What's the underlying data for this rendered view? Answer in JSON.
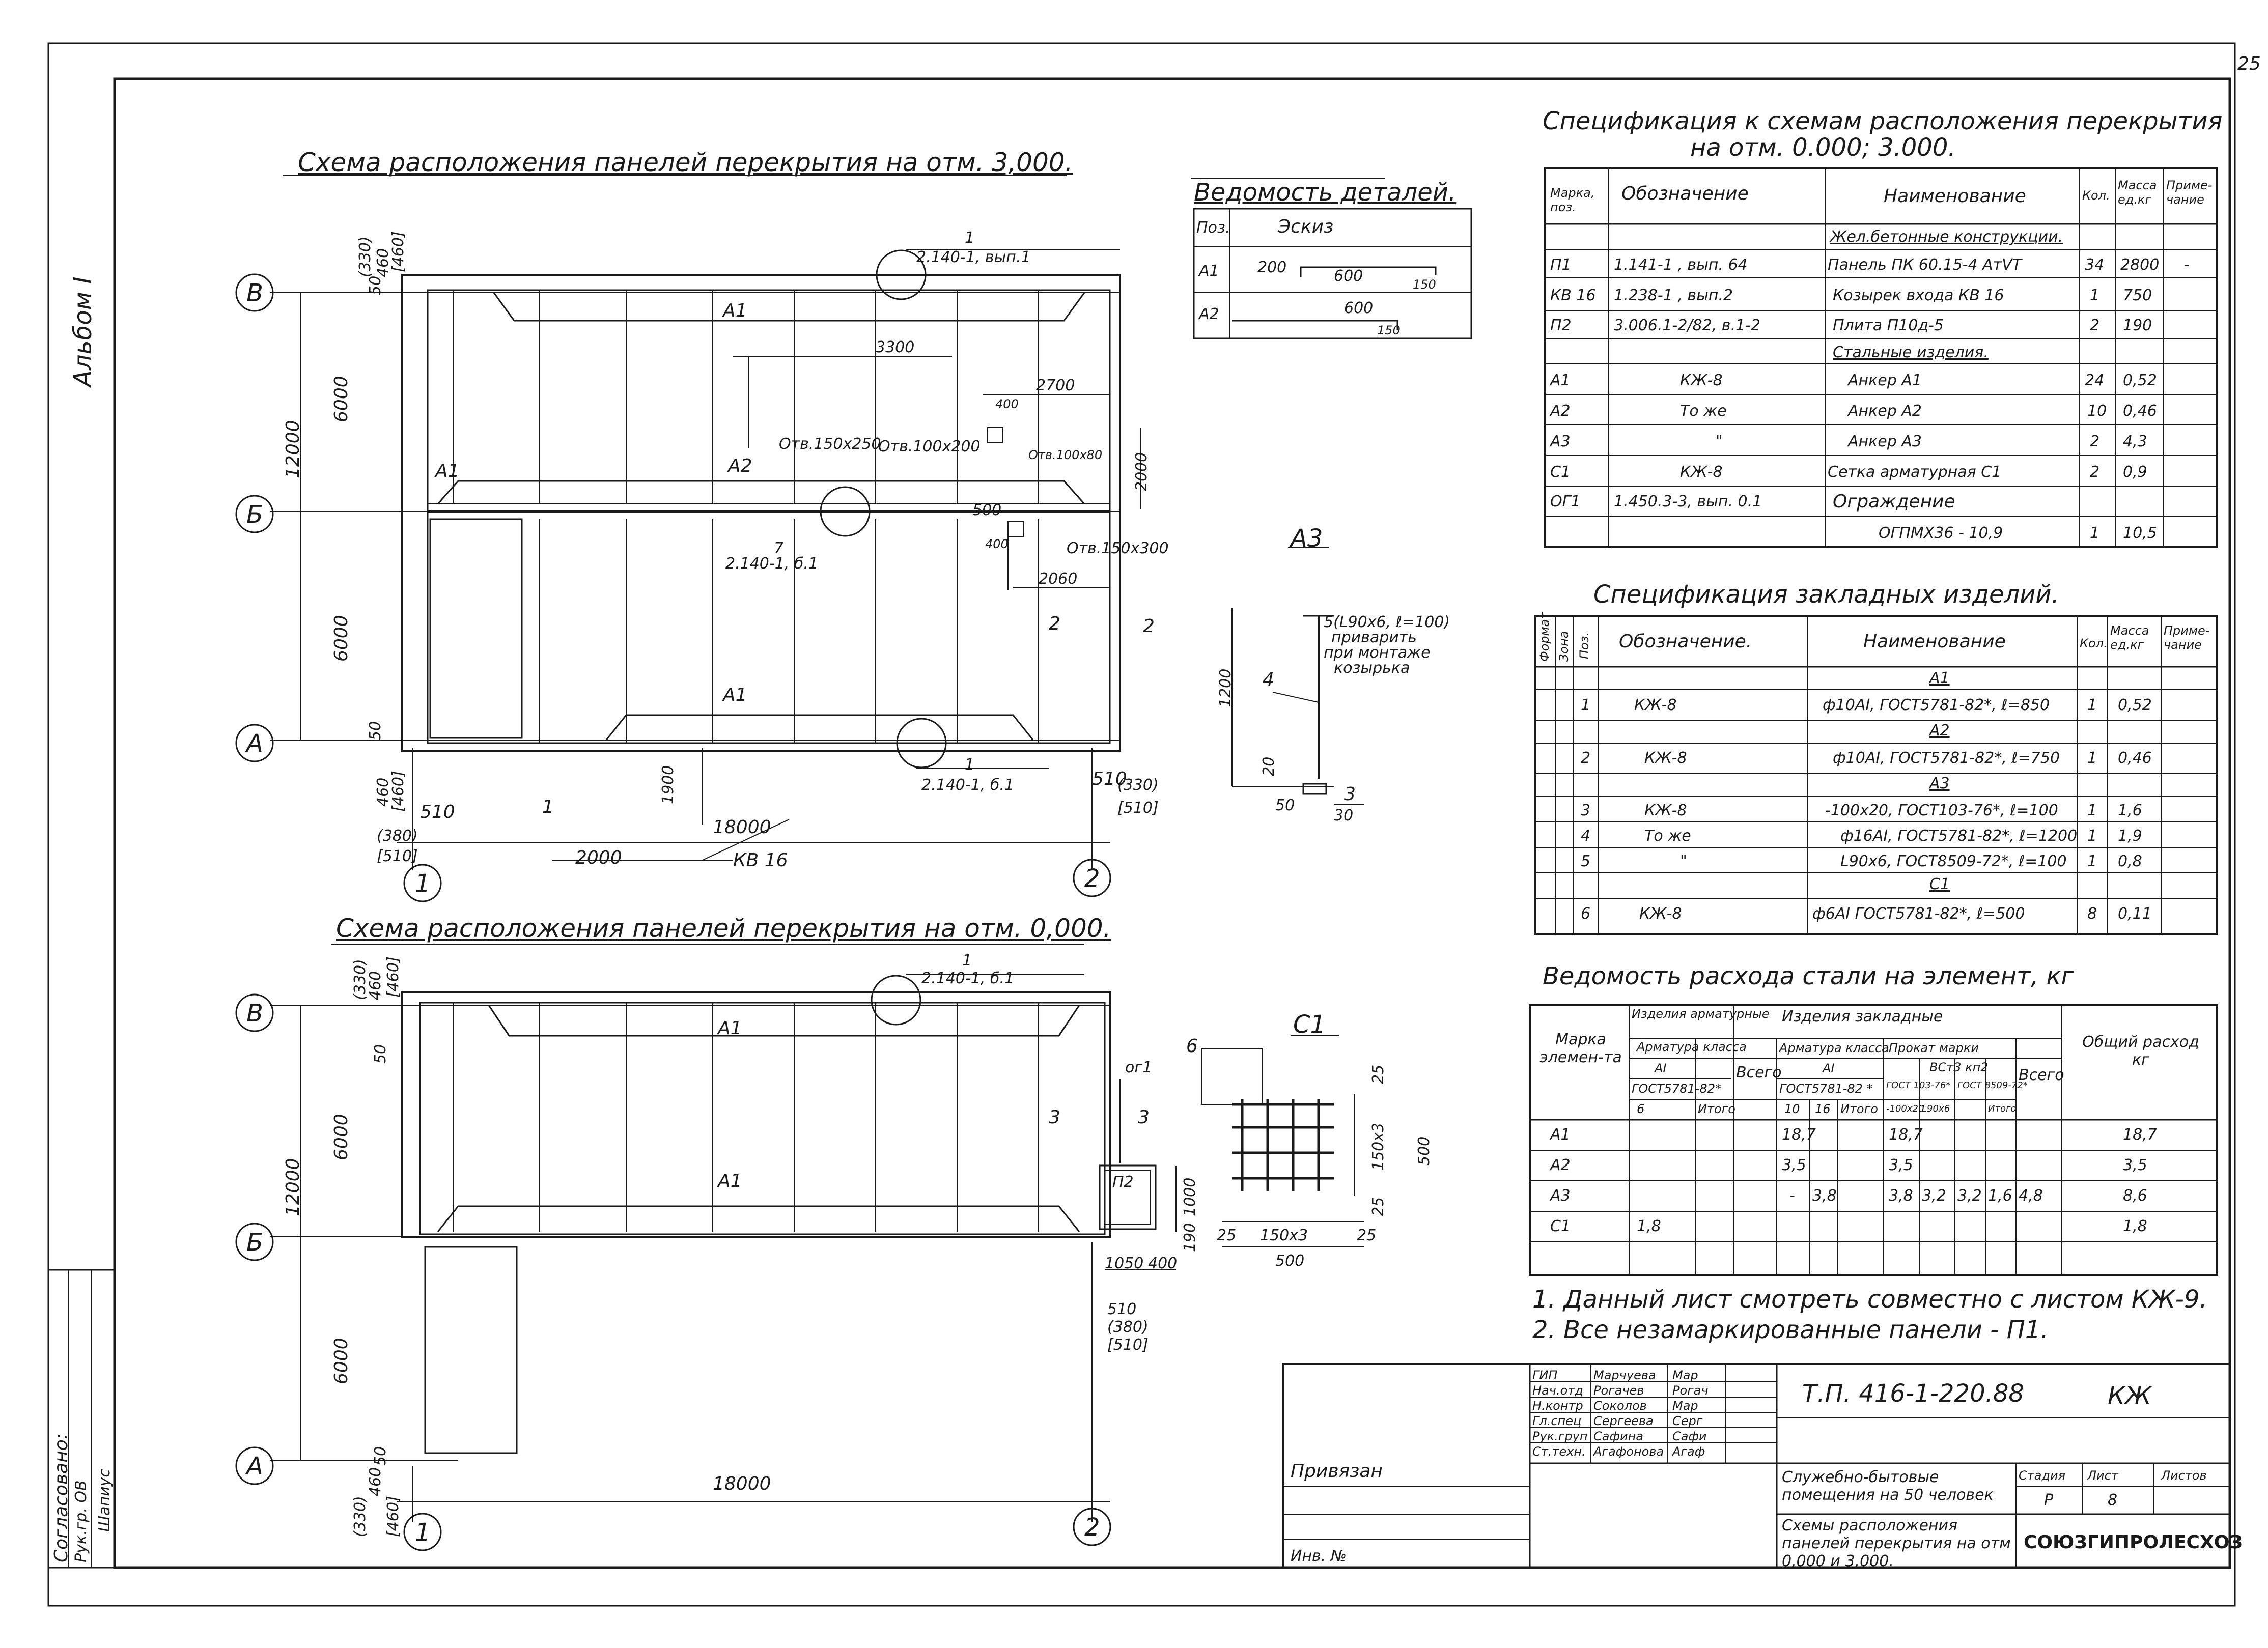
{
  "page_number": "25",
  "album_label": "Альбом I",
  "plan_top": {
    "title": "Схема расположения панелей перекрытия на отм. 3,000.",
    "axes": {
      "v_b": "В",
      "v_b2": "Б",
      "v_a": "А",
      "h1": "1",
      "h2": "2"
    },
    "dims": {
      "d12000": "12000",
      "d6000a": "6000",
      "d6000b": "6000",
      "d18000": "18000",
      "d2000": "2000",
      "d1900": "1900",
      "d510a": "510",
      "d510b": "510",
      "d380": "(380)",
      "d5101": "[510]",
      "d5102": "[510]",
      "d330a": "(330)",
      "d330b": "(330)",
      "d460a": "460",
      "d460b": "460",
      "d460c": "[460]",
      "d460d": "[460]",
      "d50a": "50",
      "d50b": "50",
      "d3300": "3300",
      "d2700": "2700",
      "d2000v": "2000",
      "d400a": "400",
      "d400b": "400",
      "d500": "500",
      "d2060": "2060"
    },
    "labels": {
      "a1_top": "А1",
      "a1_left": "А1",
      "a2": "А2",
      "a1_bottom": "А1",
      "hole1": "Отв.150х250",
      "hole2": "Отв.100х200",
      "hole3": "Отв.100х80",
      "hole4": "Отв.150х300",
      "ref1_n": "1",
      "ref1": "2.140-1, вып.1",
      "ref7_n": "7",
      "ref7": "2.140-1, б.1",
      "ref1b_n": "1",
      "ref1b": "2.140-1, б.1",
      "sec1": "1",
      "sec2": "2",
      "sec2b": "2",
      "kv16": "КВ 16"
    }
  },
  "plan_bottom": {
    "title": "Схема расположения панелей перекрытия на отм. 0,000.",
    "axes": {
      "v_b": "В",
      "v_b2": "Б",
      "v_a": "А",
      "h1": "1",
      "h2": "2"
    },
    "dims": {
      "d12000": "12000",
      "d6000a": "6000",
      "d6000b": "6000",
      "d18000": "18000",
      "d330a": "(330)",
      "d330b": "(330)",
      "d460a": "460",
      "d460b": "460",
      "d460c": "[460]",
      "d460d": "[460]",
      "d50a": "50",
      "d50b": "50",
      "d510": "510",
      "d380": "(380)",
      "d5101": "[510]",
      "d1050": "1050",
      "d400": "400",
      "d1000": "1000",
      "d190": "190"
    },
    "labels": {
      "a1a": "А1",
      "a1b": "А1",
      "ref_n": "1",
      "ref": "2.140-1, б.1",
      "sec3": "3",
      "sec3b": "3",
      "og1": "ог1",
      "p2": "П2"
    }
  },
  "detail_sheet": {
    "title": "Ведомость деталей.",
    "col_pos": "Поз.",
    "col_sketch": "Эскиз",
    "rows": [
      {
        "pos": "А1",
        "a": "200",
        "b": "600",
        "c": "150"
      },
      {
        "pos": "А2",
        "a": "",
        "b": "600",
        "c": "150"
      }
    ]
  },
  "detail_a3": {
    "title": "А3",
    "note1": "5(L90х6, ℓ=100)",
    "note2": "приварить",
    "note3": "при монтаже",
    "note4": "козырька",
    "n4": "4",
    "n3": "3",
    "d1200": "1200",
    "d20": "20",
    "d50": "50",
    "d30": "30"
  },
  "detail_c1": {
    "title": "С1",
    "n6": "6",
    "d25a": "25",
    "d25b": "25",
    "d25c": "25",
    "d25d": "25",
    "d150x3v": "150х3",
    "d150x3h": "150х3",
    "d500v": "500",
    "d500h": "500"
  },
  "spec_main": {
    "title1": "Спецификация к схемам расположения перекрытия",
    "title2": "на отм. 0.000; 3.000.",
    "headers": {
      "mark": "Марка, поз.",
      "designation": "Обозначение",
      "name": "Наименование",
      "qty": "Кол.",
      "mass": "Масса ед.кг",
      "note": "Приме-чание"
    },
    "rows": [
      {
        "mark": "",
        "des": "",
        "name": "Жел.бетонные конструкции.",
        "qty": "",
        "mass": "",
        "note": ""
      },
      {
        "mark": "П1",
        "des": "1.141-1 , вып. 64",
        "name": "Панель ПК 60.15-4 АтVТ",
        "qty": "34",
        "mass": "2800",
        "note": "-"
      },
      {
        "mark": "КВ 16",
        "des": "1.238-1 , вып.2",
        "name": "Козырек входа КВ 16",
        "qty": "1",
        "mass": "750",
        "note": ""
      },
      {
        "mark": "П2",
        "des": "3.006.1-2/82, в.1-2",
        "name": "Плита П10д-5",
        "qty": "2",
        "mass": "190",
        "note": ""
      },
      {
        "mark": "",
        "des": "",
        "name": "Стальные изделия.",
        "qty": "",
        "mass": "",
        "note": ""
      },
      {
        "mark": "А1",
        "des": "КЖ-8",
        "name": "Анкер А1",
        "qty": "24",
        "mass": "0,52",
        "note": ""
      },
      {
        "mark": "А2",
        "des": "То же",
        "name": "Анкер А2",
        "qty": "10",
        "mass": "0,46",
        "note": ""
      },
      {
        "mark": "А3",
        "des": "\"",
        "name": "Анкер А3",
        "qty": "2",
        "mass": "4,3",
        "note": ""
      },
      {
        "mark": "С1",
        "des": "КЖ-8",
        "name": "Сетка арматурная С1",
        "qty": "2",
        "mass": "0,9",
        "note": ""
      },
      {
        "mark": "ОГ1",
        "des": "1.450.3-3, вып. 0.1",
        "name": "Ограждение",
        "qty": "",
        "mass": "",
        "note": ""
      },
      {
        "mark": "",
        "des": "",
        "name": "ОГПМХ36 - 10,9",
        "qty": "1",
        "mass": "10,5",
        "note": ""
      }
    ]
  },
  "spec_embed": {
    "title": "Спецификация закладных изделий.",
    "headers": {
      "format": "Формат",
      "zone": "Зона",
      "pos": "Поз.",
      "designation": "Обозначение.",
      "name": "Наименование",
      "qty": "Кол.",
      "mass": "Масса ед.кг",
      "note": "Приме-чание"
    },
    "rows": [
      {
        "pos": "",
        "des": "",
        "name": "А1",
        "qty": "",
        "mass": ""
      },
      {
        "pos": "1",
        "des": "КЖ-8",
        "name": "ф10АI, ГОСТ5781-82*, ℓ=850",
        "qty": "1",
        "mass": "0,52"
      },
      {
        "pos": "",
        "des": "",
        "name": "А2",
        "qty": "",
        "mass": ""
      },
      {
        "pos": "2",
        "des": "КЖ-8",
        "name": "ф10АI, ГОСТ5781-82*, ℓ=750",
        "qty": "1",
        "mass": "0,46"
      },
      {
        "pos": "",
        "des": "",
        "name": "А3",
        "qty": "",
        "mass": ""
      },
      {
        "pos": "3",
        "des": "КЖ-8",
        "name": "-100х20, ГОСТ103-76*, ℓ=100",
        "qty": "1",
        "mass": "1,6"
      },
      {
        "pos": "4",
        "des": "То же",
        "name": "ф16АI, ГОСТ5781-82*, ℓ=1200",
        "qty": "1",
        "mass": "1,9"
      },
      {
        "pos": "5",
        "des": "\"",
        "name": "L90х6, ГОСТ8509-72*, ℓ=100",
        "qty": "1",
        "mass": "0,8"
      },
      {
        "pos": "",
        "des": "",
        "name": "С1",
        "qty": "",
        "mass": ""
      },
      {
        "pos": "6",
        "des": "КЖ-8",
        "name": "ф6АI ГОСТ5781-82*, ℓ=500",
        "qty": "8",
        "mass": "0,11"
      }
    ]
  },
  "steel_sheet": {
    "title": "Ведомость расхода стали на элемент, кг",
    "h_mark": "Марка элемен-та",
    "h_arm": "Изделия арматурные",
    "h_arm_class": "Арматура класса",
    "h_a1": "АI",
    "h_gost": "ГОСТ5781-82*",
    "h_6": "6",
    "h_itogo1": "Итого",
    "h_total1": "Всего",
    "h_emb": "Изделия закладные",
    "h_emb_arm": "Арматура класса",
    "h_emb_a1": "АI",
    "h_emb_gost": "ГОСТ5781-82 *",
    "h_10": "10",
    "h_16": "16",
    "h_itogo2": "Итого",
    "h_prokat": "Прокат марки",
    "h_steel": "ВСт3 кп2",
    "h_g1": "ГОСТ 103-76*",
    "h_g2": "ГОСТ 8509-72*",
    "h_sub1": "-100х20",
    "h_sub2": "L90х6",
    "h_itogo3": "Итого",
    "h_total2": "Всего",
    "h_overall": "Общий расход кг",
    "rows": [
      {
        "mark": "А1",
        "c6": "",
        "c10": "18,7",
        "c16": "",
        "it2": "18,7",
        "p1": "",
        "p2": "",
        "it3": "",
        "all2": "",
        "total": "18,7"
      },
      {
        "mark": "А2",
        "c6": "",
        "c10": "3,5",
        "c16": "",
        "it2": "3,5",
        "p1": "",
        "p2": "",
        "it3": "",
        "all2": "",
        "total": "3,5"
      },
      {
        "mark": "А3",
        "c6": "",
        "c10": "-",
        "c16": "3,8",
        "it2": "3,8",
        "p1": "3,2",
        "p2": "3,2",
        "it3": "1,6",
        "all2": "4,8",
        "total": "8,6"
      },
      {
        "mark": "С1",
        "c6": "1,8",
        "c10": "",
        "c16": "",
        "it2": "",
        "p1": "",
        "p2": "",
        "it3": "",
        "all2": "",
        "total": "1,8"
      }
    ]
  },
  "notes": [
    "1. Данный лист смотреть совместно с листом КЖ-9.",
    "2. Все незамаркированные панели - П1."
  ],
  "title_block": {
    "roles": [
      "ГИП",
      "Нач.отд",
      "Н.контр",
      "Гл.спец",
      "Рук.груп",
      "Ст.техн."
    ],
    "names": [
      "Марчуева",
      "Рогачев",
      "Соколов",
      "Сергеева",
      "Сафина",
      "Агафонова"
    ],
    "signatures": [
      "Мар",
      "Рогач",
      "Мар",
      "Серг",
      "Сафи",
      "Агаф"
    ],
    "code": "Т.П. 416-1-220.88",
    "sheet_code": "КЖ",
    "object": "Служебно-бытовые помещения на 50 человек",
    "stage_label": "Стадия",
    "sheet_label": "Лист",
    "sheets_label": "Листов",
    "stage": "Р",
    "sheet": "8",
    "sheets": "",
    "drawing_name": "Схемы расположения панелей перекрытия на отм 0,000 и 3,000.",
    "org": "СОЮЗГИПРОЛЕСХОЗ",
    "privyazan": "Привязан",
    "inv": "Инв. №"
  },
  "approval": {
    "title": "Согласовано:",
    "line1": "Рук.гр. ОВ",
    "line2": "Шапиус"
  }
}
